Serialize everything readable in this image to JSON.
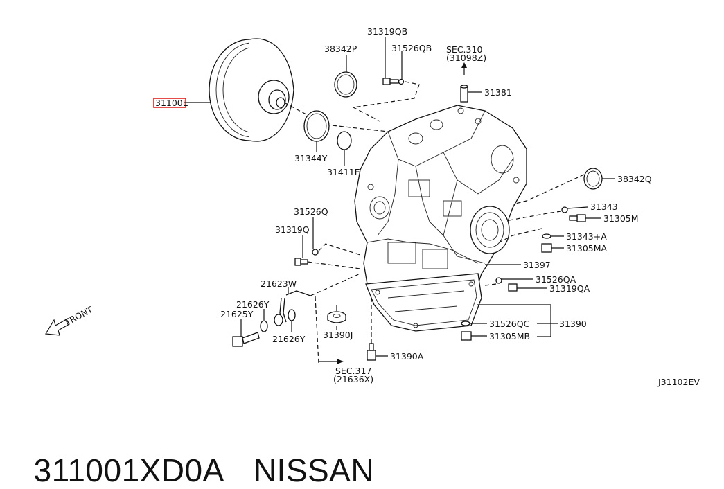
{
  "highlight_label": "31100E",
  "labels": {
    "l38342P": "38342P",
    "l31319QB": "31319QB",
    "l31526QB": "31526QB",
    "lSEC310": "SEC.310",
    "l31098Z": "(31098Z)",
    "l31381": "31381",
    "l31344Y": "31344Y",
    "l31411E": "31411E",
    "l38342Q": "38342Q",
    "l31343": "31343",
    "l31305M": "31305M",
    "l31526Q": "31526Q",
    "l31319Q": "31319Q",
    "l31343A": "31343+A",
    "l31305MA": "31305MA",
    "l31397": "31397",
    "l21623W": "21623W",
    "l31526QA": "31526QA",
    "l31319QA": "31319QA",
    "l21626Ya": "21626Y",
    "l21625Y": "21625Y",
    "l21626Yb": "21626Y",
    "l31390J": "31390J",
    "l31526QC": "31526QC",
    "l31390": "31390",
    "l31305MB": "31305MB",
    "l31390A": "31390A",
    "lSEC317": "SEC.317",
    "l21636X": "(21636X)",
    "lFRONT": "FRONT",
    "lJ31102EV": "J31102EV"
  },
  "caption": {
    "part_number": "311001XD0A",
    "brand": "NISSAN"
  },
  "colors": {
    "highlight": "#e0201c",
    "ink": "#111111"
  }
}
